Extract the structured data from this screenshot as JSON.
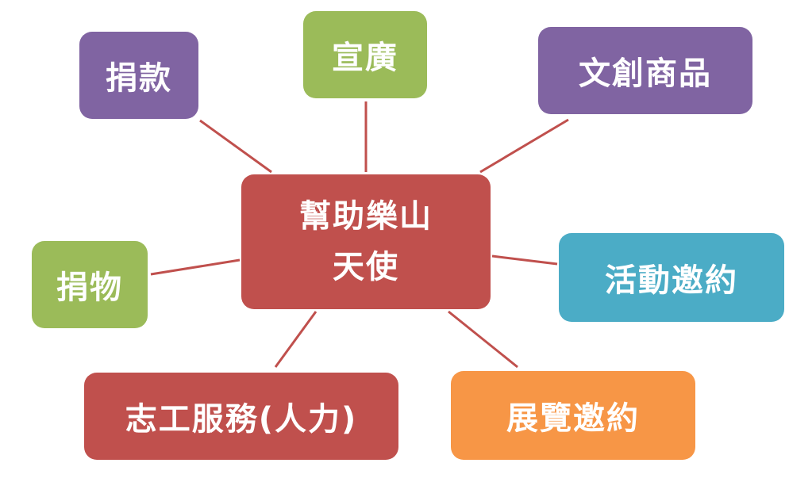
{
  "colors": {
    "connector": "#c0504d",
    "center": "#c0504d",
    "purple": "#8064a2",
    "green": "#9bbb59",
    "teal": "#4bacc6",
    "orange": "#f79646",
    "red": "#c0504d"
  },
  "center": {
    "line1": "幫助樂山",
    "line2": "天使"
  },
  "nodes": {
    "donate": "捐款",
    "promo": "宣廣",
    "products": "文創商品",
    "goods": "捐物",
    "activity": "活動邀約",
    "volunteer": "志工服務(人力)",
    "exhibit": "展覽邀約"
  }
}
